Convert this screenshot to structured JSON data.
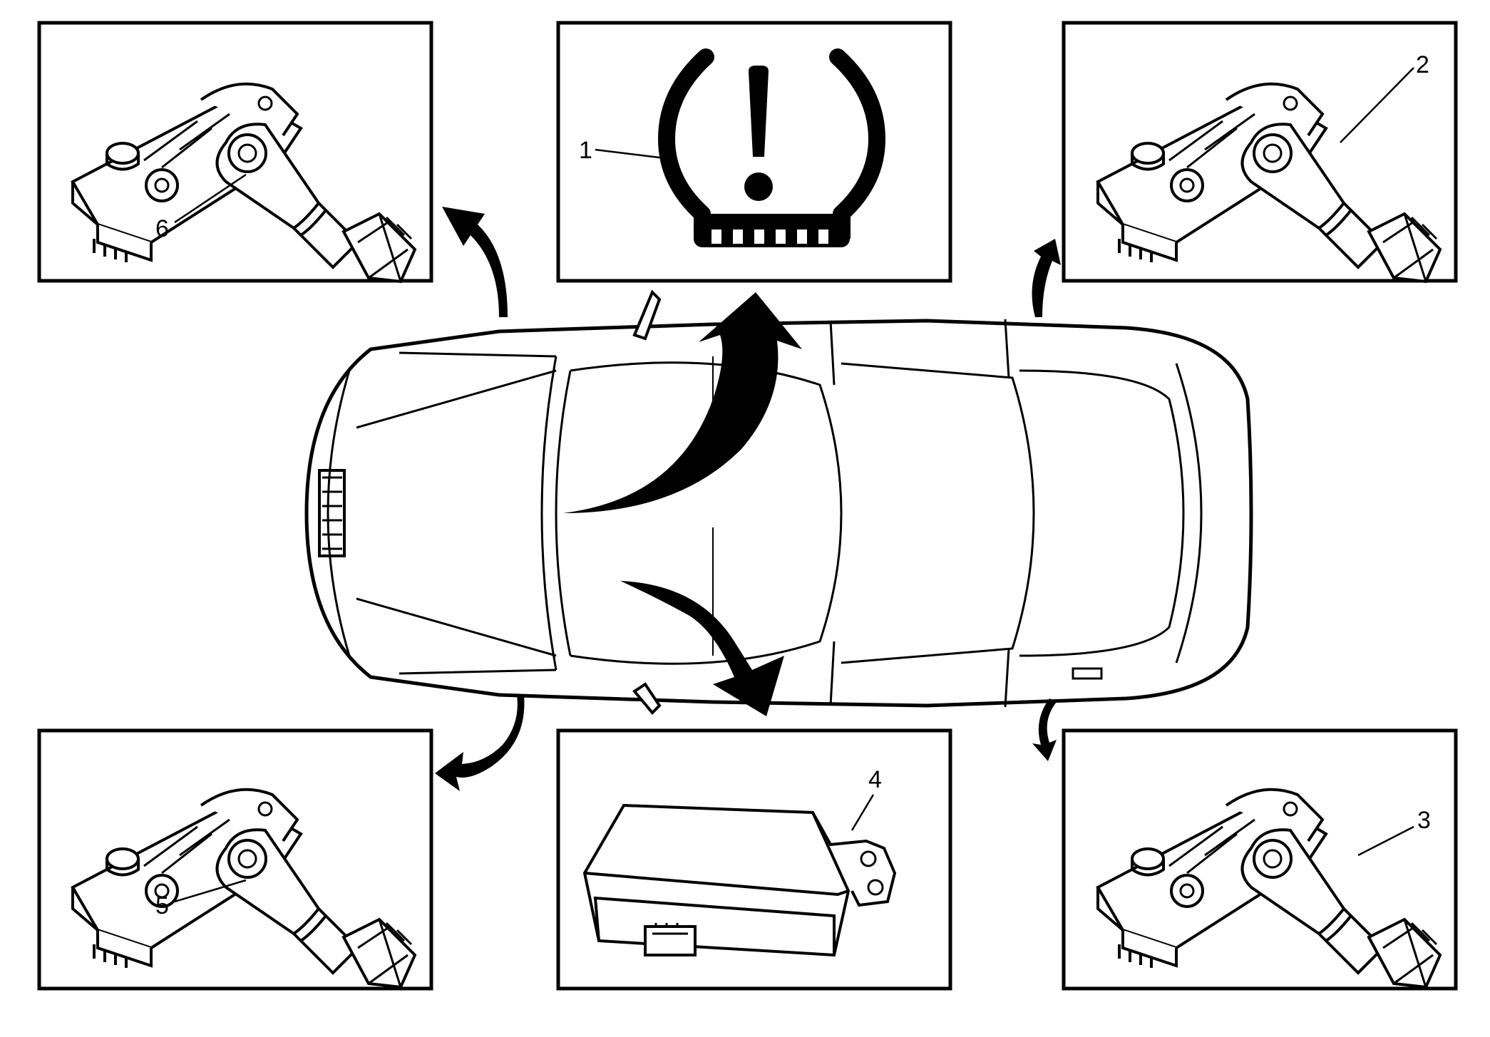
{
  "diagram": {
    "callouts": {
      "warning_indicator": "1",
      "sensor_right_front": "2",
      "sensor_right_rear": "3",
      "control_module": "4",
      "sensor_left_rear": "5",
      "sensor_left_front": "6"
    },
    "colors": {
      "line": "#000000",
      "background": "#ffffff"
    },
    "icons": [
      "tire-pressure-warning-icon",
      "tire-pressure-sensor-icon",
      "control-module-icon",
      "vehicle-top-view-icon",
      "curved-arrow-icon"
    ]
  }
}
